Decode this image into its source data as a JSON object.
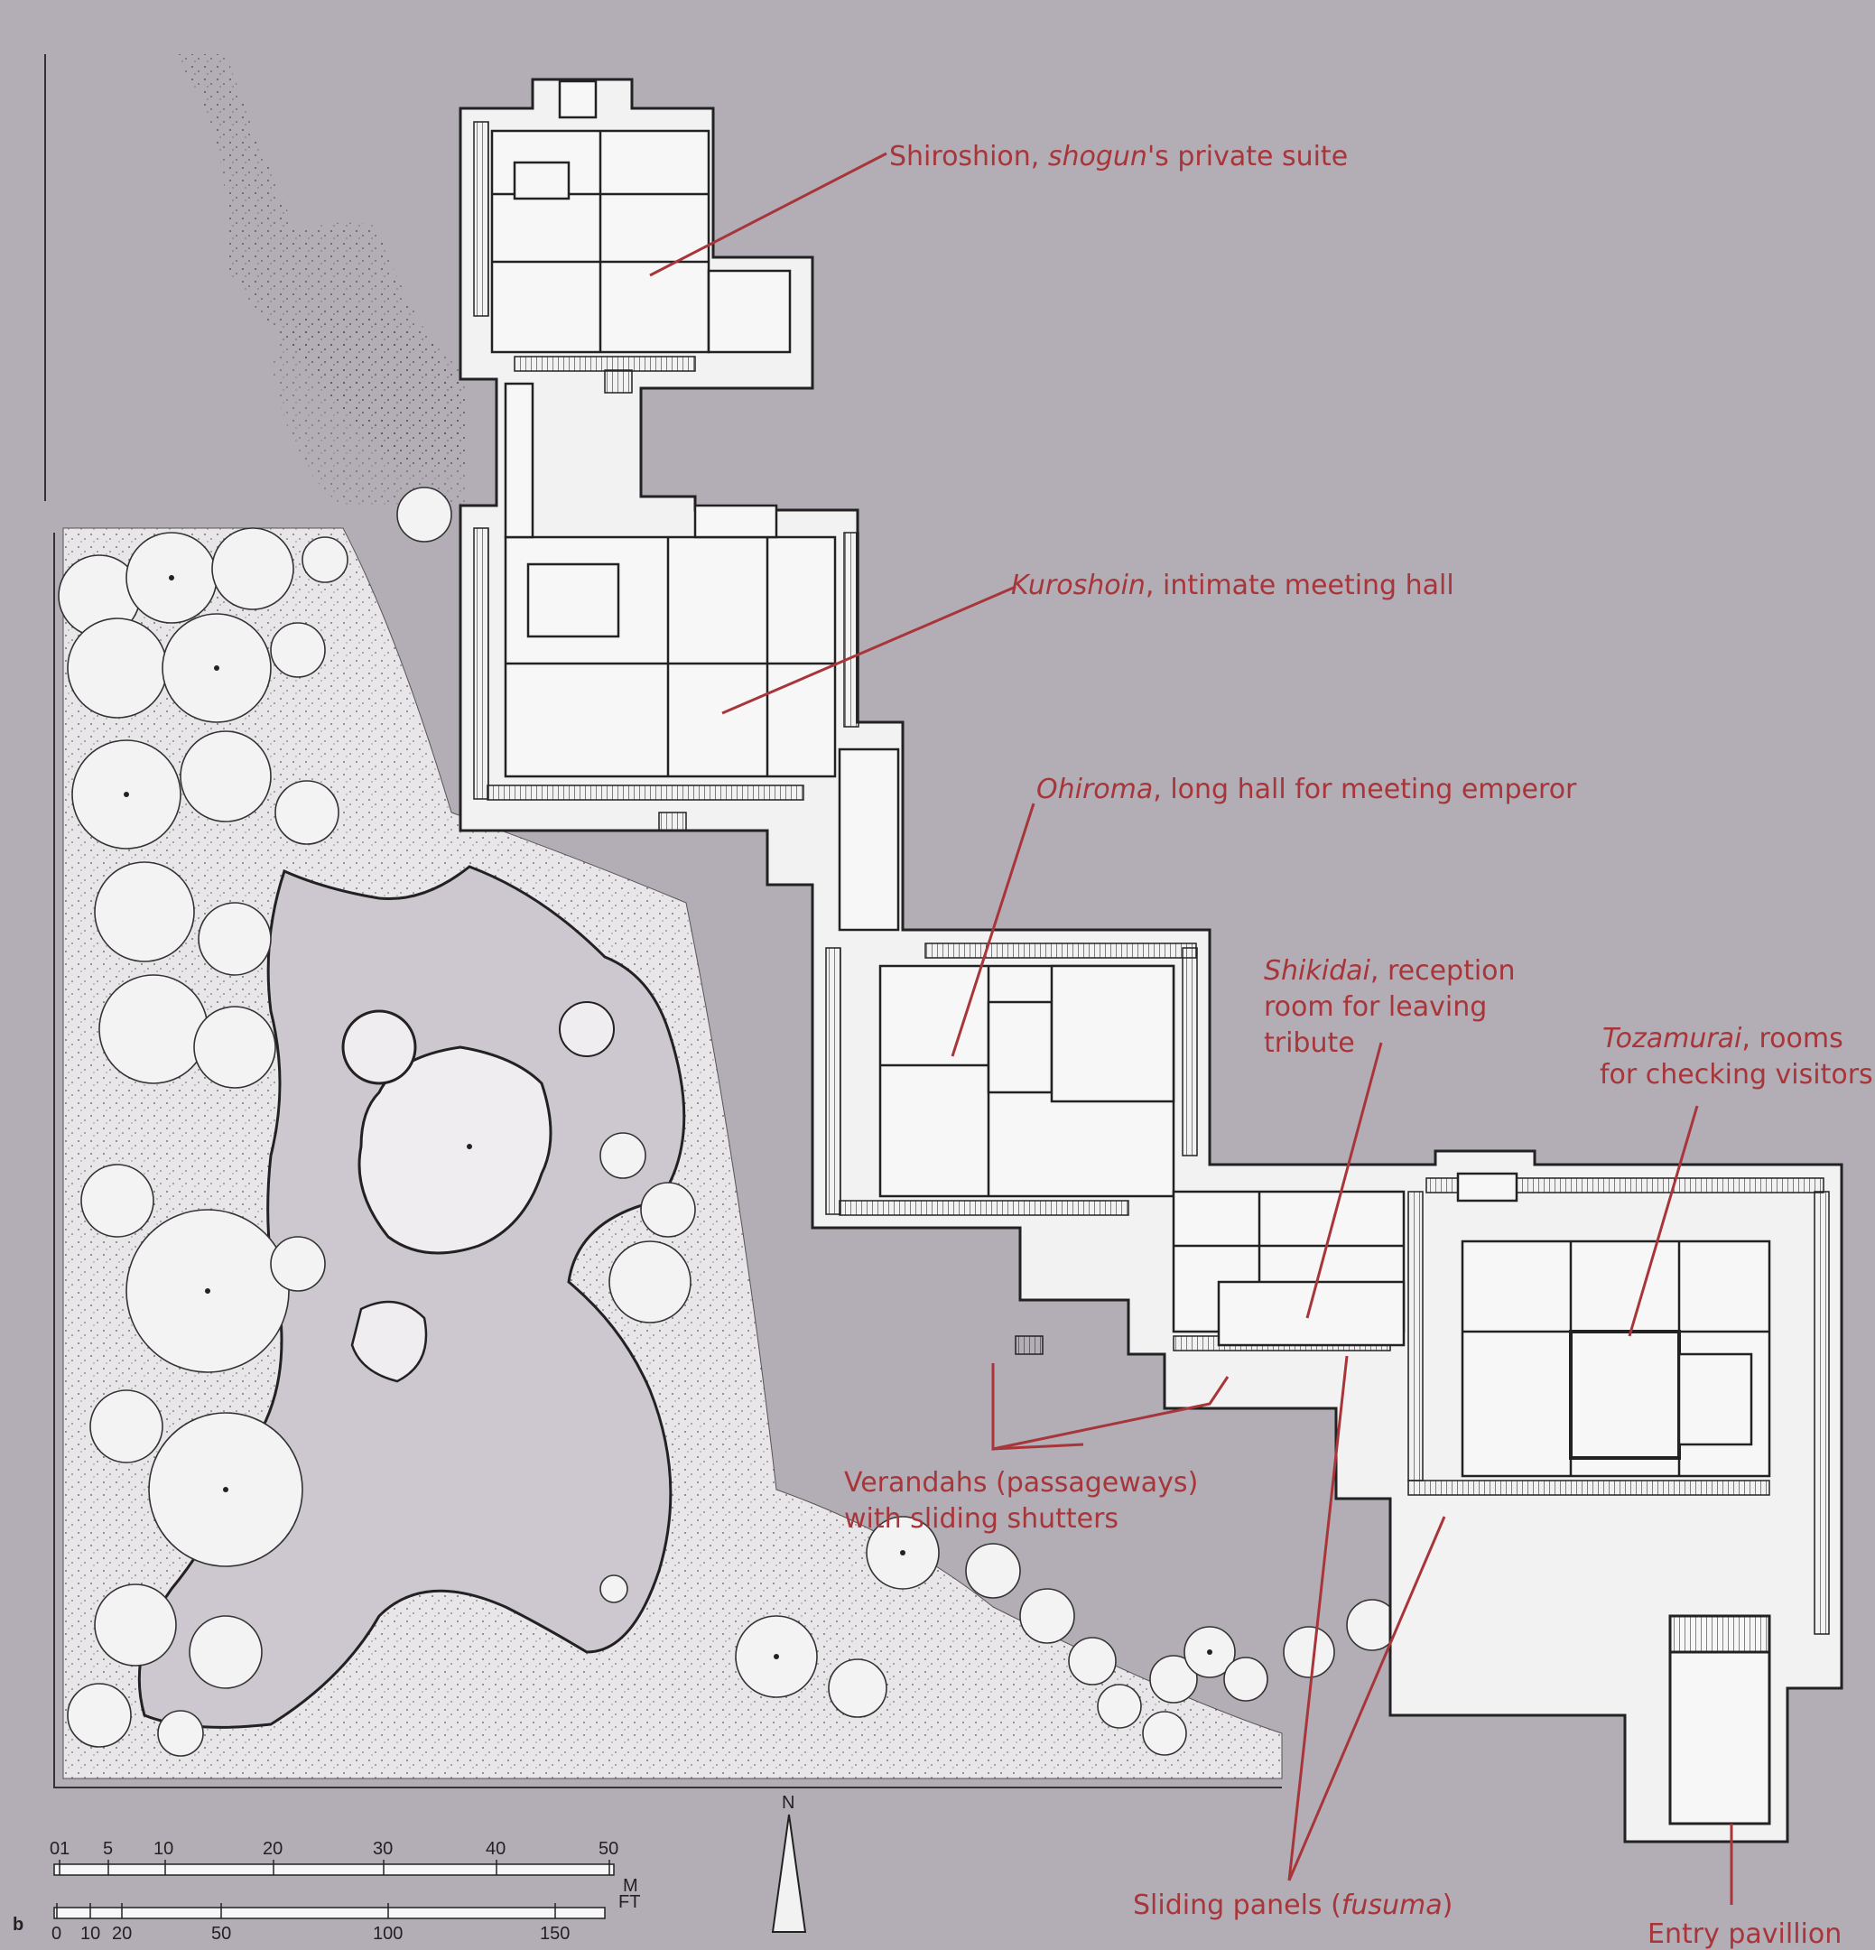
{
  "figure_letter": "b",
  "north_label": "N",
  "labels": {
    "shiroshoin": {
      "name": "Shiroshion,",
      "em": "shogun",
      "rest": "'s private suite"
    },
    "kuroshoin": {
      "em": "Kuroshoin",
      "rest": ", intimate meeting hall"
    },
    "ohiroma": {
      "em": "Ohiroma",
      "rest": ", long hall for meeting emperor"
    },
    "shikidai": {
      "em": "Shikidai",
      "rest": ", reception",
      "line2": "room for leaving",
      "line3": "tribute"
    },
    "tozamurai": {
      "em": "Tozamurai",
      "rest": ", rooms",
      "line2": "for checking visitors"
    },
    "verandahs": {
      "line1": "Verandahs (passageways)",
      "line2": "with sliding shutters"
    },
    "sliding_panels": {
      "pre": "Sliding panels (",
      "em": "fusuma",
      "post": ")"
    },
    "entry": {
      "text": "Entry pavillion"
    }
  },
  "scale": {
    "meters_unit": "M",
    "feet_unit": "FT",
    "meters_ticks": [
      "01",
      "5",
      "10",
      "20",
      "30",
      "40",
      "50"
    ],
    "feet_ticks": [
      "0",
      "10",
      "20",
      "50",
      "100",
      "150"
    ]
  },
  "colors": {
    "background": "#b3adb5",
    "label": "#a8353a",
    "wall": "#222222",
    "floor": "#eeeeee",
    "pond": "#cdc8cf"
  }
}
